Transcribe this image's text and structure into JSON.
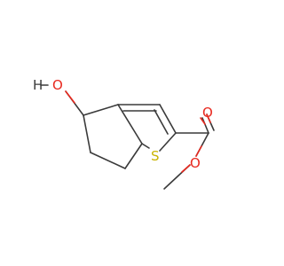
{
  "molecule": {
    "atoms": {
      "hydroxyl_H": "H",
      "hydroxyl_O": "O",
      "ring_S": "S",
      "carbonyl_O": "O",
      "ester_O": "O"
    },
    "colors": {
      "bond": "#3a3a3a",
      "oxygen": "#e8281e",
      "sulfur": "#c9b400",
      "hydrogen": "#3a3a3a"
    }
  }
}
